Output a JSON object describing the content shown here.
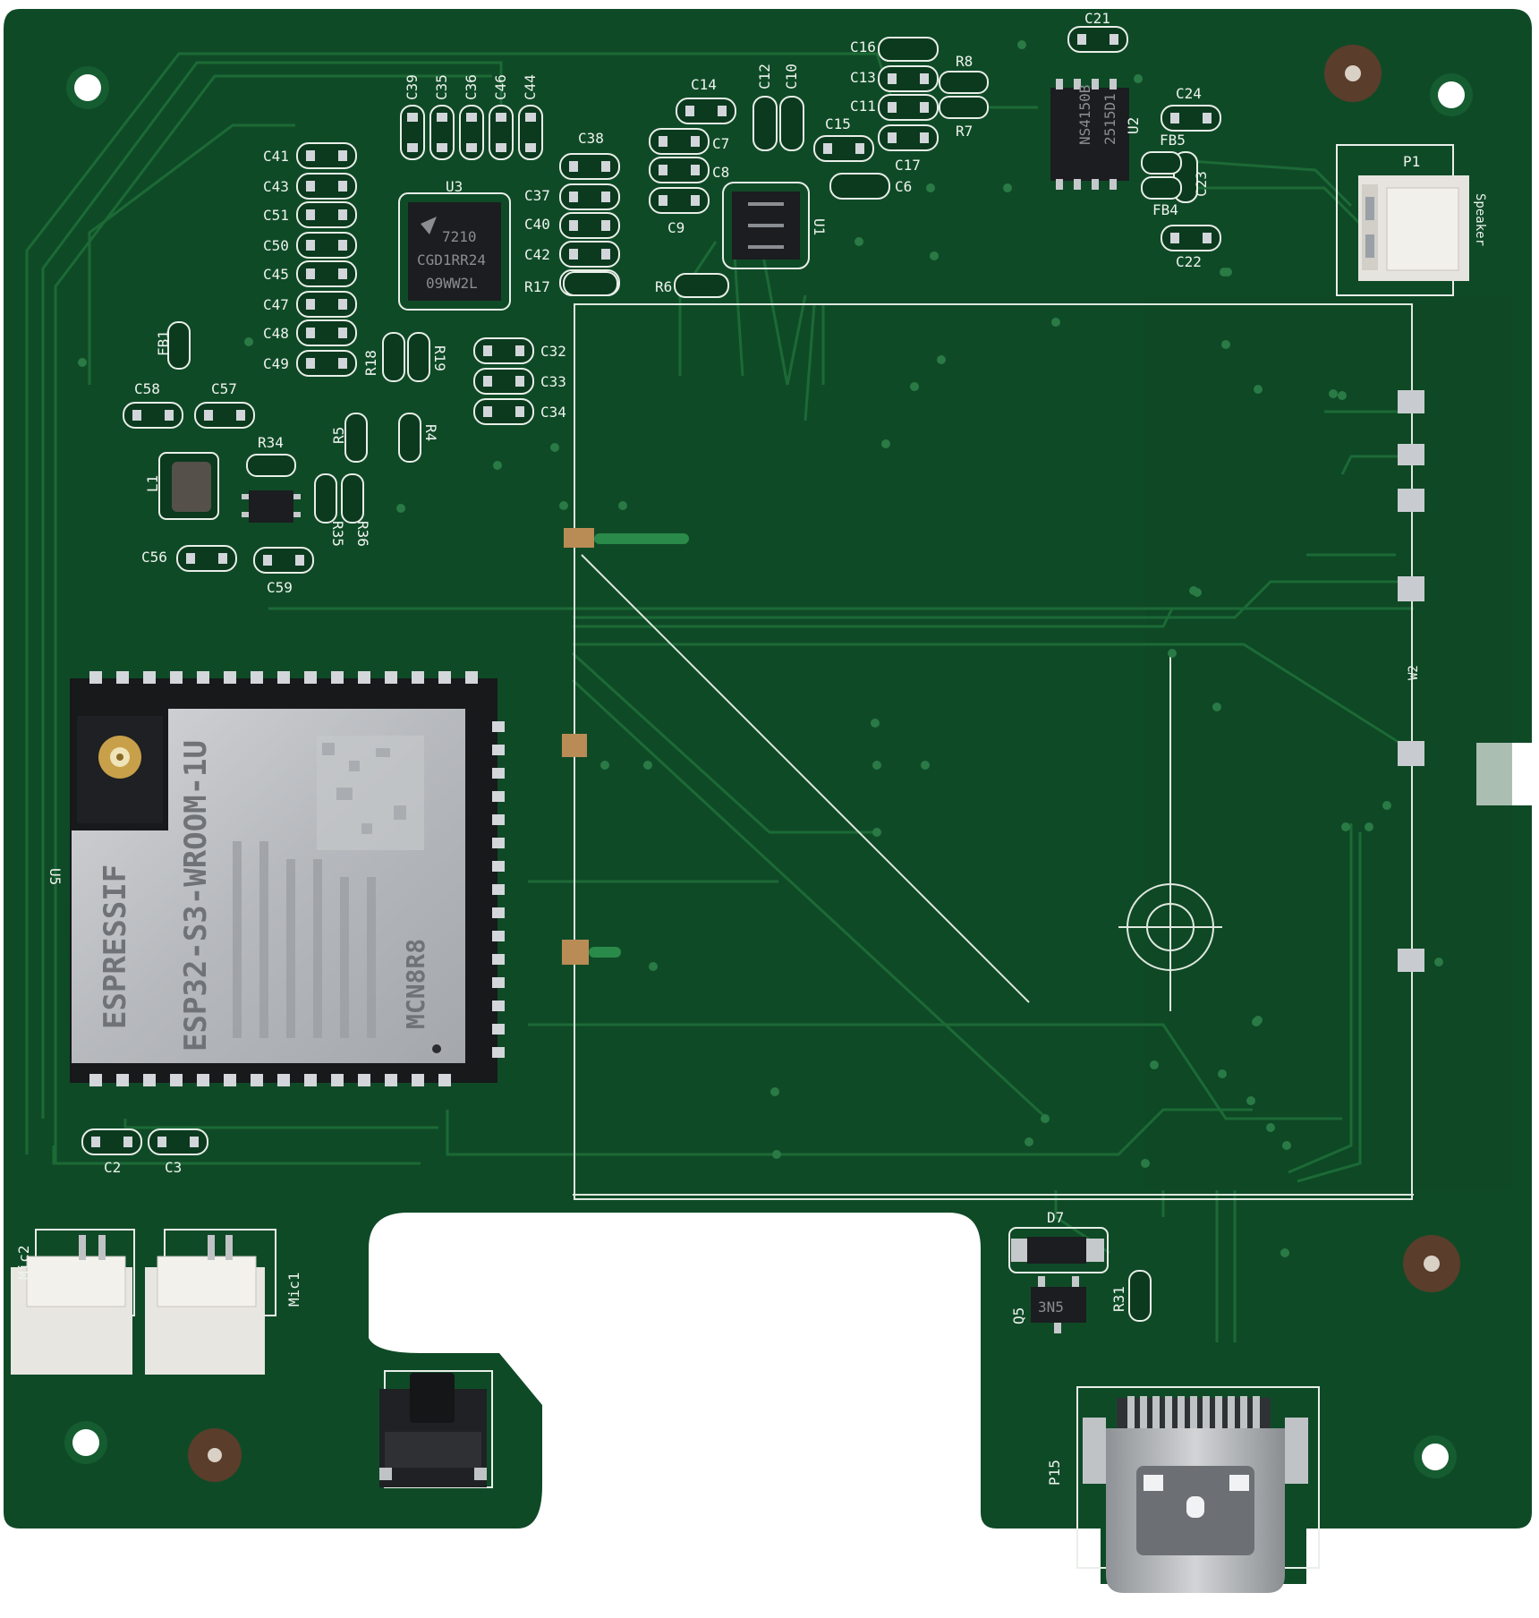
{
  "colors": {
    "background": "#ffffff",
    "pcb": "#0f4a27",
    "pcb_dark": "#0b3a1e",
    "trace": "#1a6332",
    "silkscreen": "#eef3ee",
    "pad": "#c9cdd1",
    "copper": "#b98c55",
    "module_shield": "#b9bcc0"
  },
  "module": {
    "brand": "ESPRESSIF",
    "model": "ESP32-S3-WROOM-1U",
    "line1": "ESP32-S3-WROOM-1U",
    "line2": "MCN8R8"
  },
  "chips": {
    "u3_line1": "7210",
    "u3_line2": "CGD1RR24",
    "u3_line3": "09WW2L",
    "u2_line1": "NS4150B",
    "u2_line2": "2515D1",
    "q5_marking": "3N5"
  },
  "designators": {
    "u3": "U3",
    "u1": "U1",
    "u2": "U2",
    "u5": "U5",
    "l1": "L1",
    "w2": "W2",
    "p1": "P1",
    "p15": "P15",
    "c39": "C39",
    "c35": "C35",
    "c36": "C36",
    "c46": "C46",
    "c44": "C44",
    "c41": "C41",
    "c43": "C43",
    "c51": "C51",
    "c50": "C50",
    "c45": "C45",
    "c47": "C47",
    "c48": "C48",
    "c49": "C49",
    "c38": "C38",
    "c37": "C37",
    "c40": "C40",
    "c42": "C42",
    "r17": "R17",
    "c14": "C14",
    "c7": "C7",
    "c8": "C8",
    "c9": "C9",
    "c12": "C12",
    "c10": "C10",
    "c16": "C16",
    "c13": "C13",
    "c11": "C11",
    "c15": "C15",
    "c17": "C17",
    "c6": "C6",
    "r8": "R8",
    "r7": "R7",
    "c21": "C21",
    "c24": "C24",
    "fb5": "FB5",
    "fb4": "FB4",
    "c23": "C23",
    "c22": "C22",
    "r6": "R6",
    "c32": "C32",
    "c33": "C33",
    "c34": "C34",
    "r18": "R18",
    "r19": "R19",
    "r5": "R5",
    "r4": "R4",
    "fb1": "FB1",
    "c58": "C58",
    "c57": "C57",
    "r34": "R34",
    "r35": "R35",
    "r36": "R36",
    "c56": "C56",
    "c59": "C59",
    "c2": "C2",
    "c3": "C3",
    "mic2": "Mic2",
    "mic1": "Mic1",
    "d7": "D7",
    "q5": "Q5",
    "r31": "R31",
    "speaker": "Speaker"
  }
}
